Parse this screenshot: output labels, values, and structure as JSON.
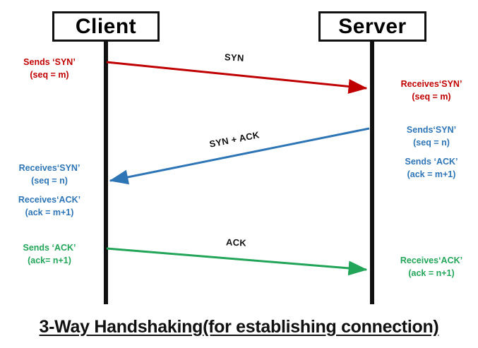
{
  "diagram": {
    "title": "3-Way Handshaking(for establishing connection)",
    "nodes": {
      "client": "Client",
      "server": "Server"
    },
    "colors": {
      "red": "#C00000",
      "blue": "#2E75B6",
      "green": "#22A559",
      "line": "#111111",
      "background": "#FFFFFF"
    },
    "arrow_labels": {
      "syn": "SYN",
      "syn_ack": "SYN + ACK",
      "ack": "ACK"
    },
    "client_notes": [
      {
        "id": "client-send-syn",
        "color": "red",
        "line1": "Sends ‘SYN’",
        "line2": "(seq = m)"
      },
      {
        "id": "client-recv-syn",
        "color": "blue",
        "line1": "Receives‘SYN’",
        "line2": "(seq = n)"
      },
      {
        "id": "client-recv-ack",
        "color": "blue",
        "line1": "Receives‘ACK’",
        "line2": "(ack = m+1)"
      },
      {
        "id": "client-send-ack",
        "color": "green",
        "line1": "Sends ‘ACK’",
        "line2": "(ack= n+1)"
      }
    ],
    "server_notes": [
      {
        "id": "server-recv-syn",
        "color": "red",
        "line1": "Receives‘SYN’",
        "line2": "(seq = m)"
      },
      {
        "id": "server-send-syn",
        "color": "blue",
        "line1": "Sends‘SYN’",
        "line2": "(seq = n)"
      },
      {
        "id": "server-send-ack",
        "color": "blue",
        "line1": "Sends ‘ACK’",
        "line2": "(ack = m+1)"
      },
      {
        "id": "server-recv-ack",
        "color": "green",
        "line1": "Receives‘ACK’",
        "line2": "(ack = n+1)"
      }
    ],
    "messages": [
      {
        "name": "syn",
        "from": "client",
        "to": "server",
        "direction": "right",
        "color": "#C00000"
      },
      {
        "name": "syn_ack",
        "from": "server",
        "to": "client",
        "direction": "left",
        "color": "#2E75B6"
      },
      {
        "name": "ack",
        "from": "client",
        "to": "server",
        "direction": "right",
        "color": "#22A559"
      }
    ]
  }
}
